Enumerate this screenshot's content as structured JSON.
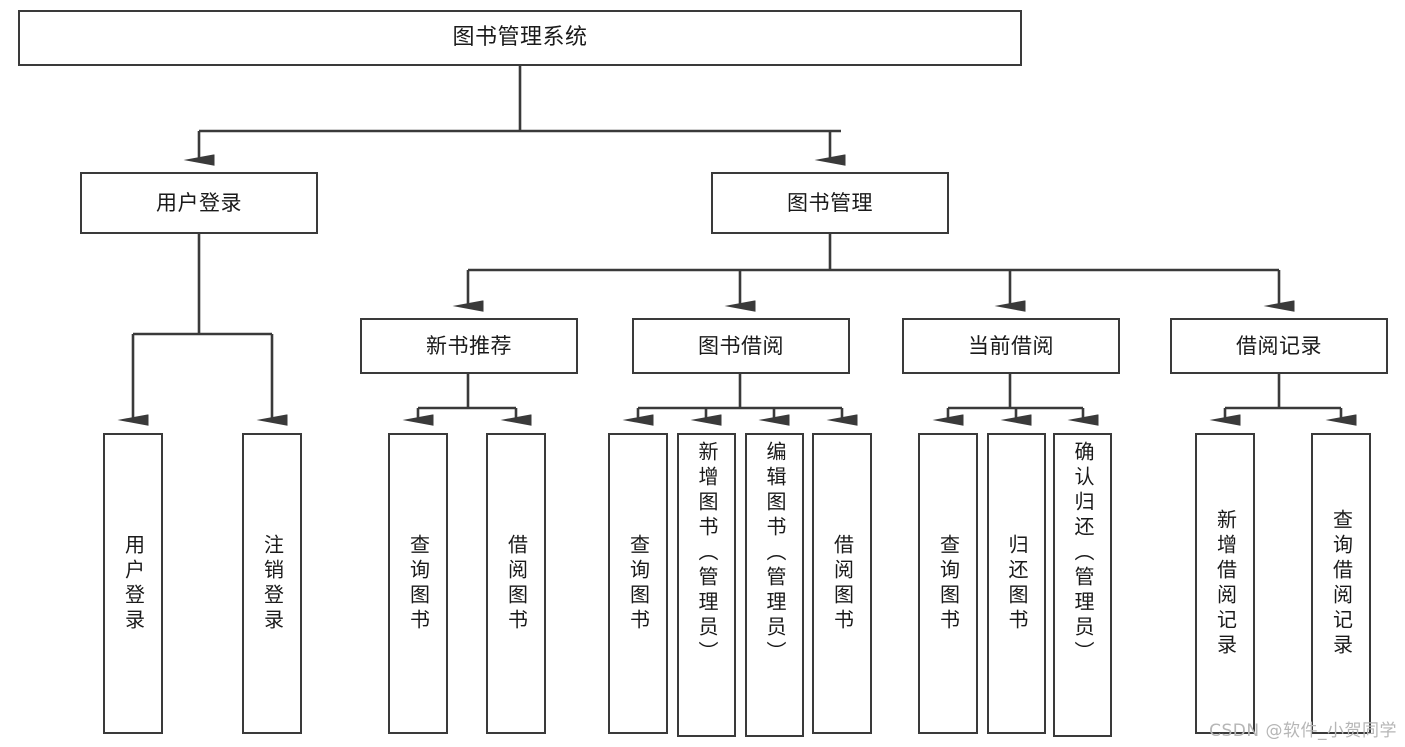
{
  "diagram": {
    "title": "图书管理系统",
    "type": "hierarchy-tree",
    "watermark": "CSDN @软件_小贺同学",
    "colors": {
      "stroke": "#3a3a3a",
      "fill": "#ffffff",
      "text": "#1a1a1a",
      "watermark": "#b6b6b6"
    },
    "nodes": {
      "root": {
        "label": "图书管理系统"
      },
      "level2": [
        {
          "label": "用户登录"
        },
        {
          "label": "图书管理"
        }
      ],
      "level3": [
        {
          "label": "新书推荐"
        },
        {
          "label": "图书借阅"
        },
        {
          "label": "当前借阅"
        },
        {
          "label": "借阅记录"
        }
      ],
      "leaves": {
        "user_login": [
          {
            "label": "用户登录"
          },
          {
            "label": "注销登录"
          }
        ],
        "new_book_recommend": [
          {
            "label": "查询图书"
          },
          {
            "label": "借阅图书"
          }
        ],
        "book_borrow": [
          {
            "label": "查询图书"
          },
          {
            "label": "新增图书（管理员）"
          },
          {
            "label": "编辑图书（管理员）"
          },
          {
            "label": "借阅图书"
          }
        ],
        "current_borrow": [
          {
            "label": "查询图书"
          },
          {
            "label": "归还图书"
          },
          {
            "label": "确认归还（管理员）"
          }
        ],
        "borrow_record": [
          {
            "label": "新增借阅记录"
          },
          {
            "label": "查询借阅记录"
          }
        ]
      }
    }
  }
}
